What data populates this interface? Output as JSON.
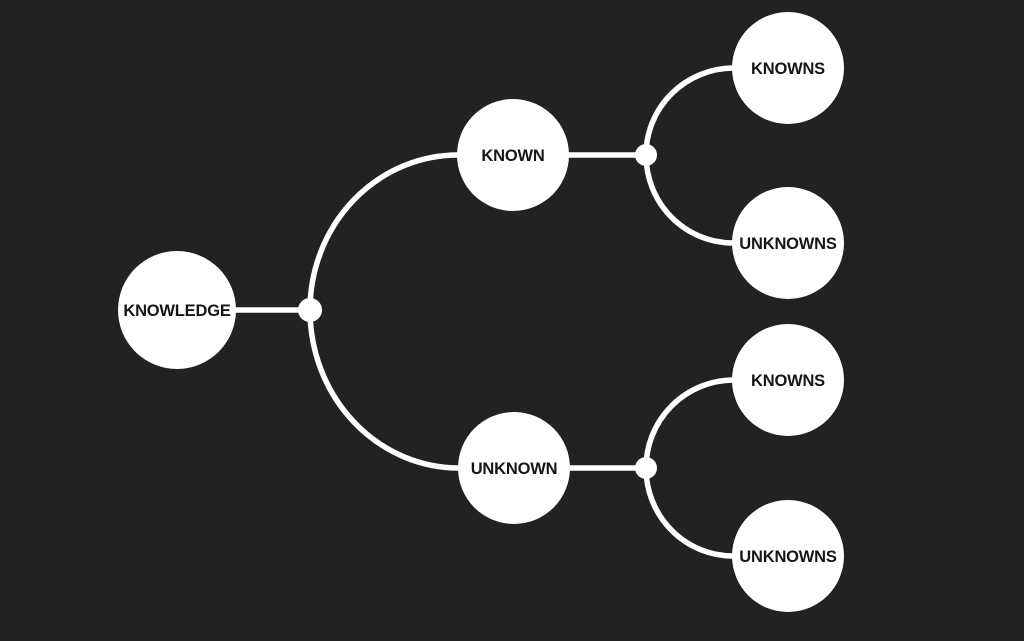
{
  "diagram": {
    "type": "mindmap-tree",
    "colors": {
      "background": "#222222",
      "node_fill": "#ffffff",
      "line": "#ffffff",
      "text": "#161616"
    },
    "nodes": {
      "root": {
        "label": "KNOWLEDGE"
      },
      "branch_top": {
        "label": "KNOWN"
      },
      "branch_bottom": {
        "label": "UNKNOWN"
      },
      "leaf_top_1": {
        "label": "KNOWNS"
      },
      "leaf_top_2": {
        "label": "UNKNOWNS"
      },
      "leaf_bottom_1": {
        "label": "KNOWNS"
      },
      "leaf_bottom_2": {
        "label": "UNKNOWNS"
      }
    },
    "connections": [
      {
        "from": "KNOWLEDGE",
        "to": "KNOWN"
      },
      {
        "from": "KNOWLEDGE",
        "to": "UNKNOWN"
      },
      {
        "from": "KNOWN",
        "to": "KNOWNS"
      },
      {
        "from": "KNOWN",
        "to": "UNKNOWNS"
      },
      {
        "from": "UNKNOWN",
        "to": "KNOWNS"
      },
      {
        "from": "UNKNOWN",
        "to": "UNKNOWNS"
      }
    ]
  }
}
